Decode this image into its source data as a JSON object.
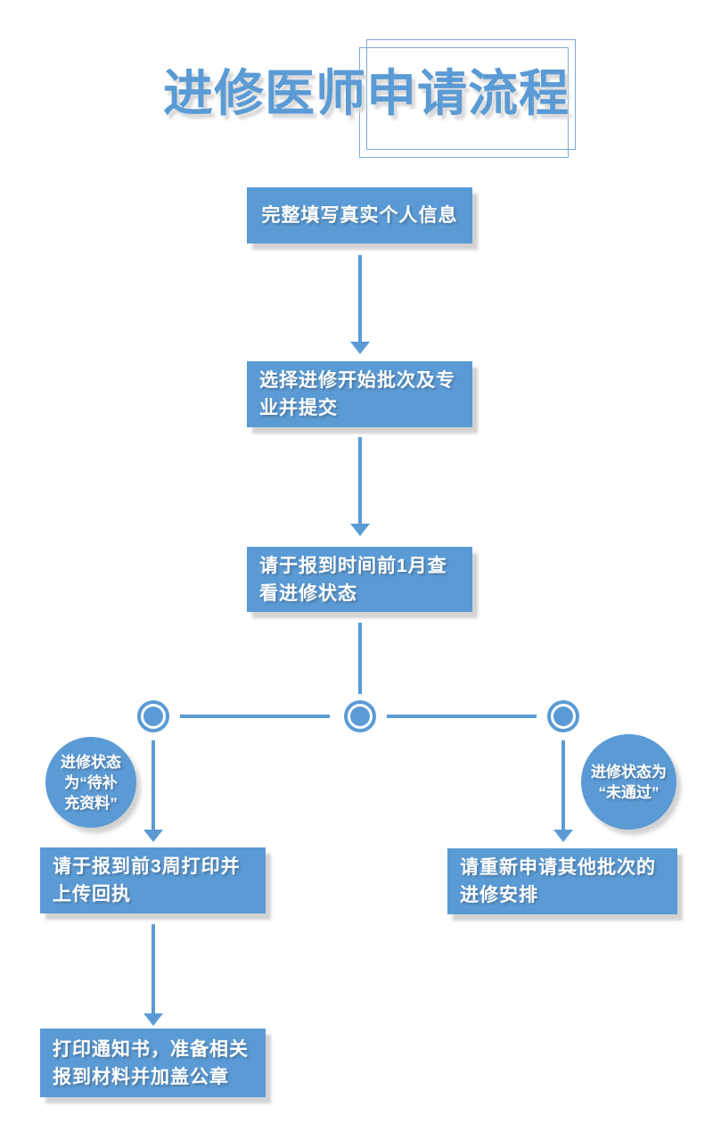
{
  "colors": {
    "accent": "#5b9bd5",
    "frame_line": "#7fa9d9",
    "shadow": "#d2d2d2"
  },
  "title": {
    "text": "进修医师申请流程"
  },
  "flow": {
    "step1": "完整填写真实个人信息",
    "step2": "选择进修开始批次及专业并提交",
    "step3": "请于报到时间前1月查看进修状态",
    "left_branch": {
      "condition": "进修状态为“待补充资料”",
      "condition_lines": [
        "进修状态",
        "为“待补",
        "充资料”"
      ],
      "step1": "请于报到前3周打印并上传回执",
      "step2": "打印通知书，准备相关报到材料并加盖公章"
    },
    "right_branch": {
      "condition": "进修状态为“未通过”",
      "condition_lines": [
        "进修状态为",
        "“未通过”"
      ],
      "step1": "请重新申请其他批次的进修安排"
    }
  }
}
